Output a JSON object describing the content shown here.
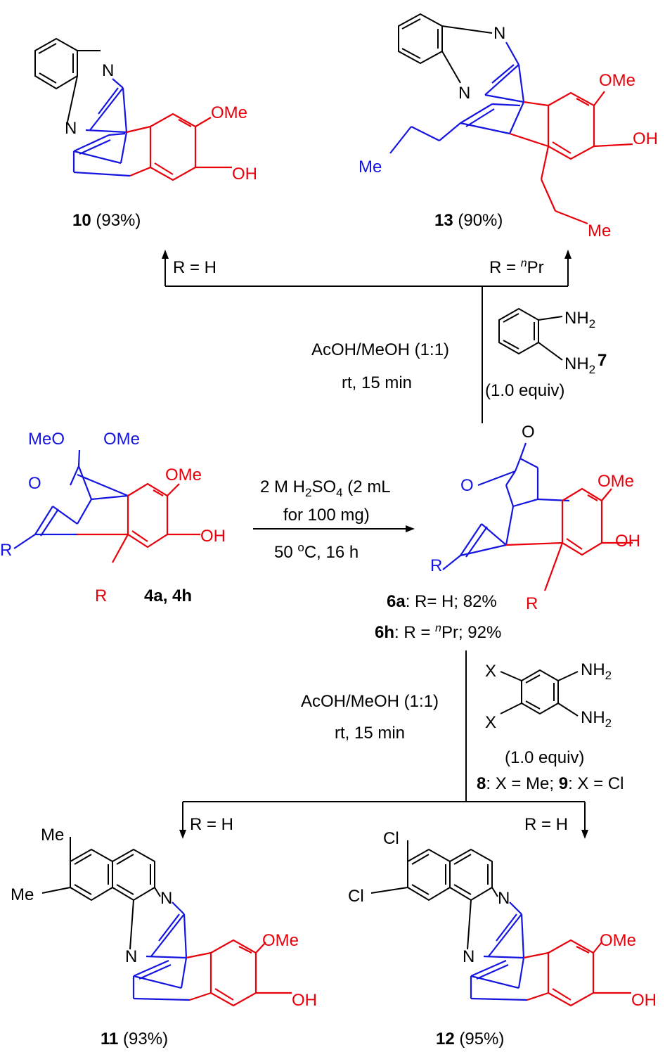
{
  "colors": {
    "aryl": "#e8000b",
    "bridge": "#1515e0",
    "text": "#000000"
  },
  "compounds": {
    "c10": {
      "id": "10",
      "yield": " (93%)",
      "N1": "N",
      "N2": "N",
      "OMe": "OMe",
      "OH": "OH"
    },
    "c13": {
      "id": "13",
      "yield": " (90%)",
      "N1": "N",
      "N2": "N",
      "OMe": "OMe",
      "OH": "OH",
      "Me1": "Me",
      "Me2": "Me"
    },
    "c4": {
      "id": "4a, 4h",
      "MeO": "MeO",
      "OMe2": "OMe",
      "O": "O",
      "OMe": "OMe",
      "OH": "OH",
      "R1": "R",
      "R2": "R"
    },
    "c6": {
      "O1": "O",
      "O2": "O",
      "OMe": "OMe",
      "OH": "OH",
      "R1": "R",
      "R2": "R",
      "line1_id": "6a",
      "line1_rest": ": R= H; 82%",
      "line2_id": "6h",
      "line2_pre": ": R = ",
      "line2_sup": "n",
      "line2_post": "Pr; 92%"
    },
    "c7": {
      "id": "7",
      "NH2a": "NH",
      "NH2b": "NH",
      "sub": "2",
      "equiv": "(1.0 equiv)"
    },
    "c89": {
      "X1": "X",
      "X2": "X",
      "NH2a": "NH",
      "NH2b": "NH",
      "sub": "2",
      "equiv": "(1.0 equiv)",
      "id8": "8",
      "desc8": ": X = Me; ",
      "id9": "9",
      "desc9": ": X = Cl"
    },
    "c11": {
      "id": "11",
      "yield": " (93%)",
      "Me1": "Me",
      "Me2": "Me",
      "N1": "N",
      "N2": "N",
      "OMe": "OMe",
      "OH": "OH"
    },
    "c12": {
      "id": "12",
      "yield": " (95%)",
      "Cl1": "Cl",
      "Cl2": "Cl",
      "N1": "N",
      "N2": "N",
      "OMe": "OMe",
      "OH": "OH"
    }
  },
  "conditions": {
    "top_solvent": "AcOH/MeOH (1:1)",
    "top_time": "rt, 15 min",
    "top_left_branch": "R = H",
    "top_right_branch_pre": "R = ",
    "top_right_branch_sup": "n",
    "top_right_branch_post": "Pr",
    "mid_line1_pre": "2 M H",
    "mid_line1_sub": "2",
    "mid_line1_mid": "SO",
    "mid_line1_sub2": "4",
    "mid_line1_post": " (2 mL",
    "mid_line2": "for 100 mg)",
    "mid_line3_pre": "50 ",
    "mid_line3_sup": "o",
    "mid_line3_post": "C, 16 h",
    "bot_solvent": "AcOH/MeOH (1:1)",
    "bot_time": "rt, 15 min",
    "bot_left_branch": "R = H",
    "bot_right_branch": "R = H"
  }
}
